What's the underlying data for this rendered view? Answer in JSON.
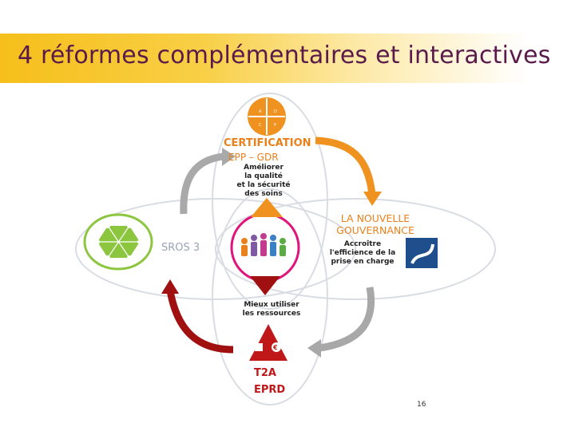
{
  "title": "4 réformes complémentaires et interactives",
  "certification": {
    "title": "CERTIFICATION",
    "subtitle": "EPP – GDR",
    "goal_lines": [
      "Améliorer",
      "la qualité",
      "et la sécurité",
      "des soins"
    ],
    "pdca_icon": "pdca-circle-icon",
    "color": "#e8811b"
  },
  "gouvernance": {
    "title_lines": [
      "LA NOUVELLE",
      "GOUVERNANCE"
    ],
    "goal_lines": [
      "Accroître",
      "l'efficience de la",
      "prise en charge"
    ],
    "logo_icon": "blue-swirl-logo-icon",
    "color": "#e8811b"
  },
  "sros": {
    "title": "SROS 3",
    "icon": "network-hexagon-icon",
    "color": "#9aa3b5"
  },
  "t2a": {
    "title_lines": [
      "T2A",
      "EPRD"
    ],
    "goal_lines": [
      "Mieux utiliser",
      "les ressources"
    ],
    "icon": "cost-euro-icon",
    "color": "#c01818"
  },
  "center": {
    "icon": "people-group-icon",
    "ring_color": "#e0147a"
  },
  "arrows": {
    "certification_to_gouvernance": "#f0921f",
    "sros_to_certification": "#a9a9a9",
    "t2a_to_sros": "#a01010",
    "gouvernance_to_t2a": "#a8a8a8"
  },
  "page_number": "16"
}
